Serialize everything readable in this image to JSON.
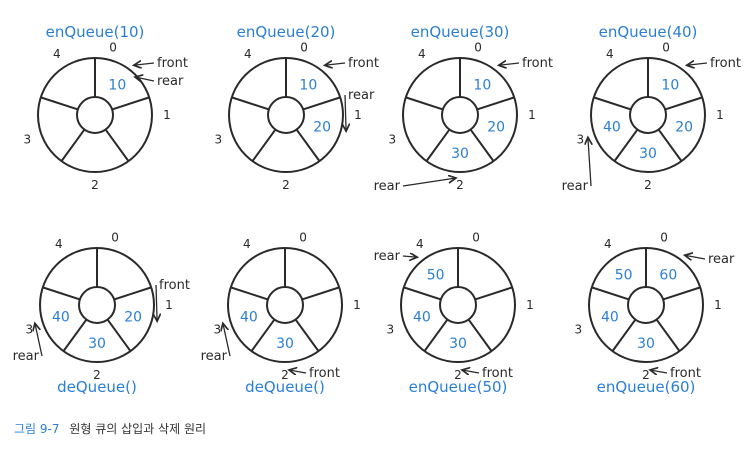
{
  "colors": {
    "ink": "#2a2a2a",
    "value": "#2a7fd4",
    "operation": "#2a7fd4"
  },
  "slot_labels": [
    "0",
    "1",
    "2",
    "3",
    "4"
  ],
  "panels": [
    {
      "op": "enQueue(10)",
      "cells": {
        "0": "10"
      },
      "markers": [
        {
          "text": "front",
          "slot": 0,
          "side": "right"
        },
        {
          "text": "rear",
          "slot": 0,
          "side": "right-low"
        }
      ]
    },
    {
      "op": "enQueue(20)",
      "cells": {
        "0": "10",
        "1": "20"
      },
      "markers": [
        {
          "text": "front",
          "slot": 0,
          "side": "right"
        },
        {
          "text": "rear",
          "slot": 1,
          "side": "right"
        }
      ]
    },
    {
      "op": "enQueue(30)",
      "cells": {
        "0": "10",
        "1": "20",
        "2": "30"
      },
      "markers": [
        {
          "text": "front",
          "slot": 0,
          "side": "right"
        },
        {
          "text": "rear",
          "slot": 2,
          "side": "bottom-left"
        }
      ]
    },
    {
      "op": "enQueue(40)",
      "cells": {
        "0": "10",
        "1": "20",
        "2": "30",
        "3": "40"
      },
      "markers": [
        {
          "text": "front",
          "slot": 0,
          "side": "right"
        },
        {
          "text": "rear",
          "slot": 3,
          "side": "bottom-left"
        }
      ]
    },
    {
      "op": "deQueue()",
      "cells": {
        "1": "20",
        "2": "30",
        "3": "40"
      },
      "markers": [
        {
          "text": "front",
          "slot": 1,
          "side": "right"
        },
        {
          "text": "rear",
          "slot": 3,
          "side": "left"
        }
      ]
    },
    {
      "op": "deQueue()",
      "cells": {
        "2": "30",
        "3": "40"
      },
      "markers": [
        {
          "text": "front",
          "slot": 2,
          "side": "bottom-right"
        },
        {
          "text": "rear",
          "slot": 3,
          "side": "left"
        }
      ]
    },
    {
      "op": "enQueue(50)",
      "cells": {
        "2": "30",
        "3": "40",
        "4": "50"
      },
      "markers": [
        {
          "text": "rear",
          "slot": 4,
          "side": "left"
        },
        {
          "text": "front",
          "slot": 2,
          "side": "bottom-right"
        }
      ]
    },
    {
      "op": "enQueue(60)",
      "cells": {
        "0": "60",
        "2": "30",
        "3": "40",
        "4": "50"
      },
      "markers": [
        {
          "text": "rear",
          "slot": 0,
          "side": "right"
        },
        {
          "text": "front",
          "slot": 2,
          "side": "bottom-right"
        }
      ]
    }
  ],
  "caption": {
    "figure": "그림 9-7",
    "text": "원형 큐의 삽입과 삭제 원리"
  }
}
